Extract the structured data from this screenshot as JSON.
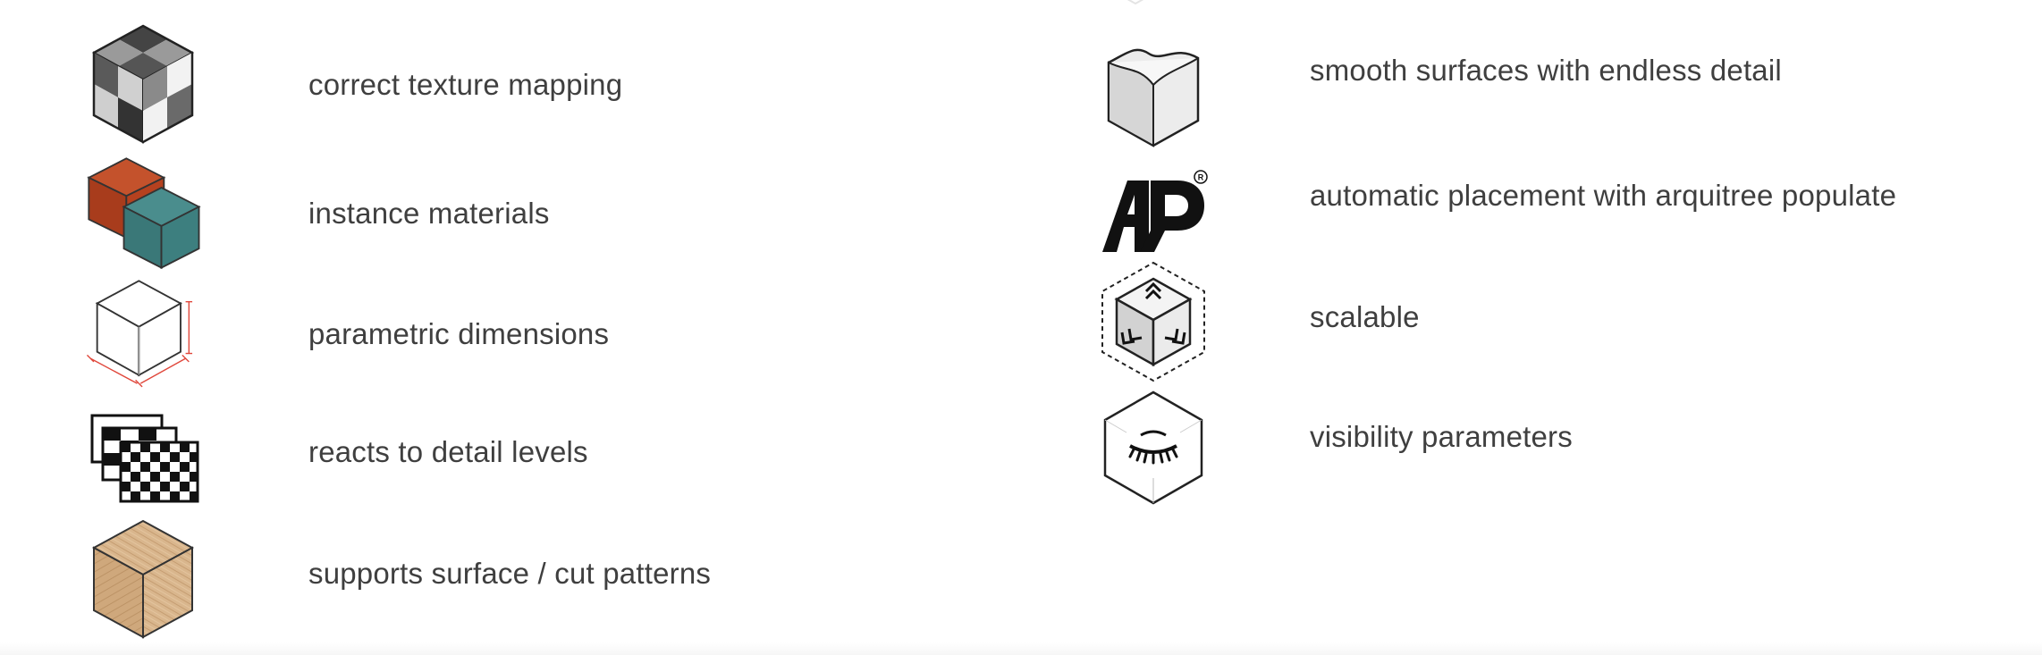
{
  "features_left": [
    {
      "icon": "checker-cube-icon",
      "label": "correct texture mapping"
    },
    {
      "icon": "material-cubes-icon",
      "label": "instance materials"
    },
    {
      "icon": "dimension-cube-icon",
      "label": "parametric dimensions"
    },
    {
      "icon": "detail-levels-icon",
      "label": "reacts to detail levels"
    },
    {
      "icon": "wood-cube-icon",
      "label": "supports surface / cut patterns"
    }
  ],
  "features_right": [
    {
      "icon": "smooth-surface-icon",
      "label": "smooth surfaces with endless detail"
    },
    {
      "icon": "arquitree-logo-icon",
      "label": "automatic placement with arquitree populate"
    },
    {
      "icon": "scalable-cube-icon",
      "label": "scalable"
    },
    {
      "icon": "visibility-eye-icon",
      "label": "visibility parameters"
    }
  ],
  "colors": {
    "text": "#3f3f3f",
    "rust": "#b5411f",
    "teal": "#3d7f7f",
    "wood": "#d6b48c",
    "dimension_red": "#e0473b"
  }
}
